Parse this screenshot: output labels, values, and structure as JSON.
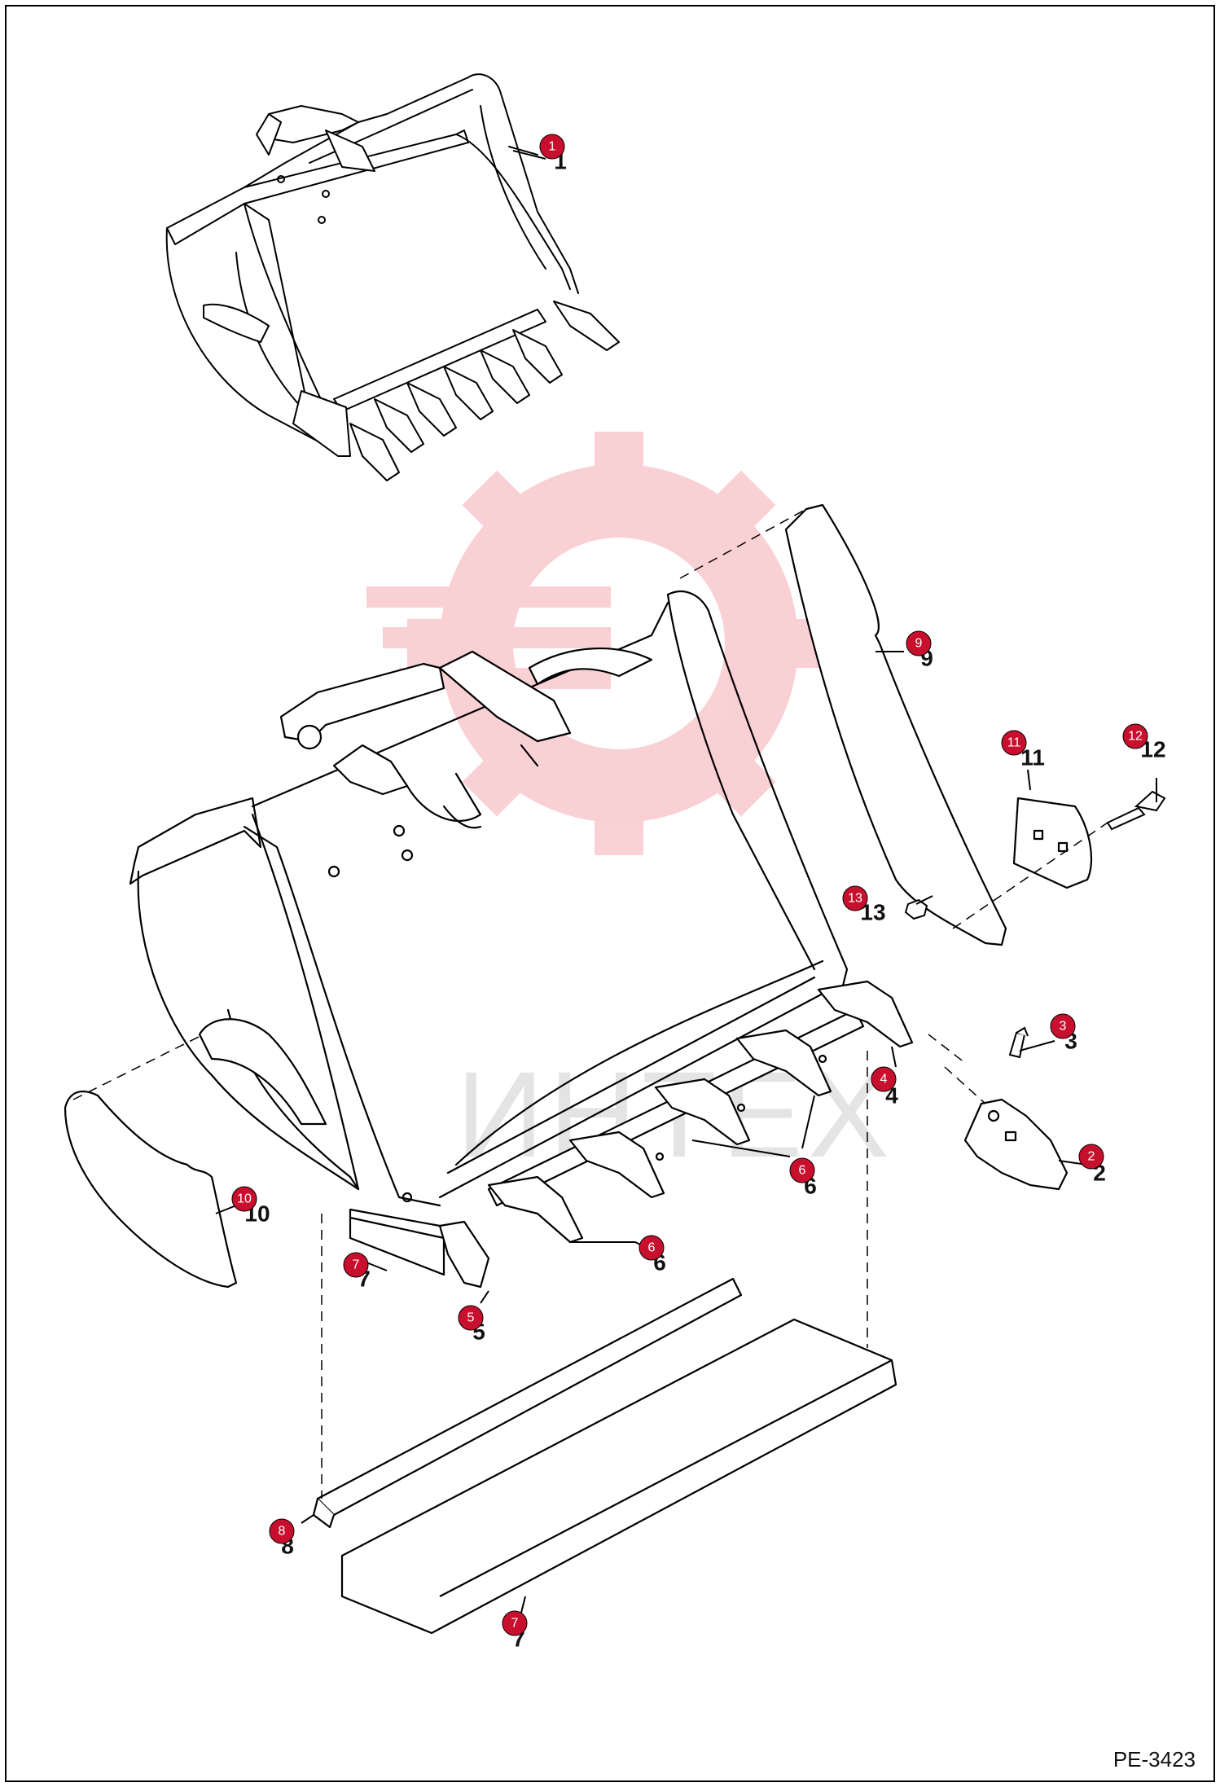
{
  "page": {
    "drawing_code": "PE-3423",
    "watermark_text": "ИНТЕХ"
  },
  "colors": {
    "callout_fill": "#c8102e",
    "line": "#000000",
    "watermark": "#e8303a"
  },
  "callouts": [
    {
      "id": "c1",
      "badge": "1",
      "label": "1"
    },
    {
      "id": "c2",
      "badge": "2",
      "label": "2"
    },
    {
      "id": "c3",
      "badge": "3",
      "label": "3"
    },
    {
      "id": "c4",
      "badge": "4",
      "label": "4"
    },
    {
      "id": "c5",
      "badge": "5",
      "label": "5"
    },
    {
      "id": "c6a",
      "badge": "6",
      "label": "6"
    },
    {
      "id": "c6b",
      "badge": "6",
      "label": "6"
    },
    {
      "id": "c7a",
      "badge": "7",
      "label": "7"
    },
    {
      "id": "c7b",
      "badge": "7",
      "label": "7"
    },
    {
      "id": "c8",
      "badge": "8",
      "label": "8"
    },
    {
      "id": "c9",
      "badge": "9",
      "label": "9"
    },
    {
      "id": "c10",
      "badge": "10",
      "label": "10"
    },
    {
      "id": "c11",
      "badge": "11",
      "label": "11"
    },
    {
      "id": "c12",
      "badge": "12",
      "label": "12"
    },
    {
      "id": "c13",
      "badge": "13",
      "label": "13"
    }
  ]
}
